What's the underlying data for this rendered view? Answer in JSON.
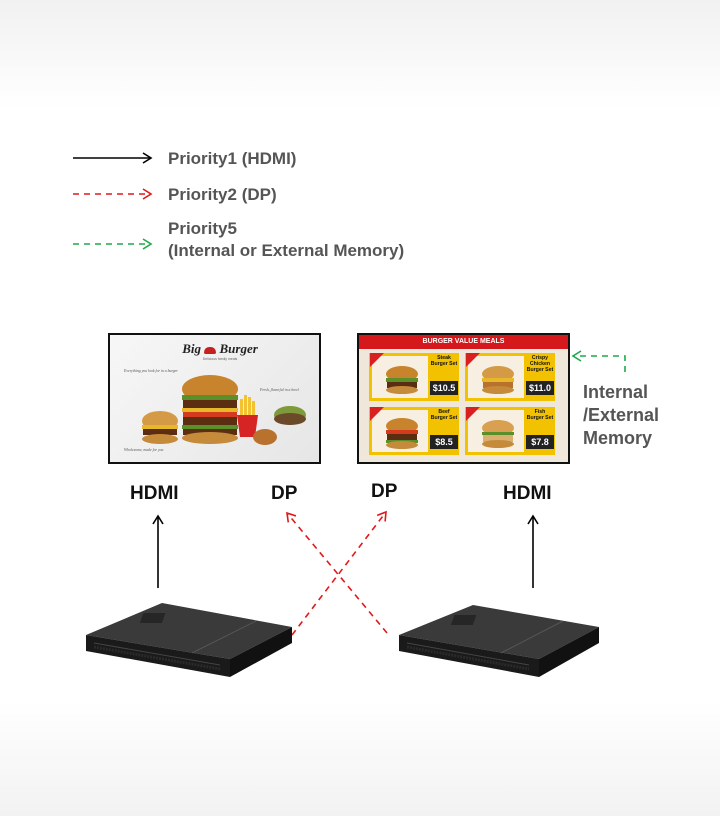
{
  "legend": {
    "priority1": "Priority1 (HDMI)",
    "priority2": "Priority2 (DP)",
    "priority5_line1": "Priority5",
    "priority5_line2": "(Internal or External Memory)"
  },
  "colors": {
    "hdmi": "#000000",
    "dp": "#e0191b",
    "memory": "#1faa4a",
    "legend_text": "#555555",
    "menu_header": "#d4181b",
    "menu_tile": "#f2c200"
  },
  "labels": {
    "hdmi_left": "HDMI",
    "dp_left": "DP",
    "dp_right": "DP",
    "hdmi_right": "HDMI",
    "memory_line1": "Internal",
    "memory_line2": "/External",
    "memory_line3": "Memory"
  },
  "left_screen": {
    "logo_big": "Big",
    "logo_burger": "Burger",
    "logo_sub": "Delicious family meals",
    "note1": "Everything you look for in a burger",
    "note2": "Fresh, flavorful in a bowl",
    "note3": "Wholesome, made for you"
  },
  "right_screen": {
    "header": "BURGER VALUE MEALS",
    "items": [
      {
        "name": "Steak Burger Set",
        "price": "$10.5"
      },
      {
        "name": "Crispy Chicken Burger Set",
        "price": "$11.0"
      },
      {
        "name": "Beef Burger Set",
        "price": "$8.5"
      },
      {
        "name": "Fish Burger Set",
        "price": "$7.8"
      }
    ]
  },
  "icons": {
    "arrow": "arrow-icon",
    "media_player": "media-player-icon"
  }
}
